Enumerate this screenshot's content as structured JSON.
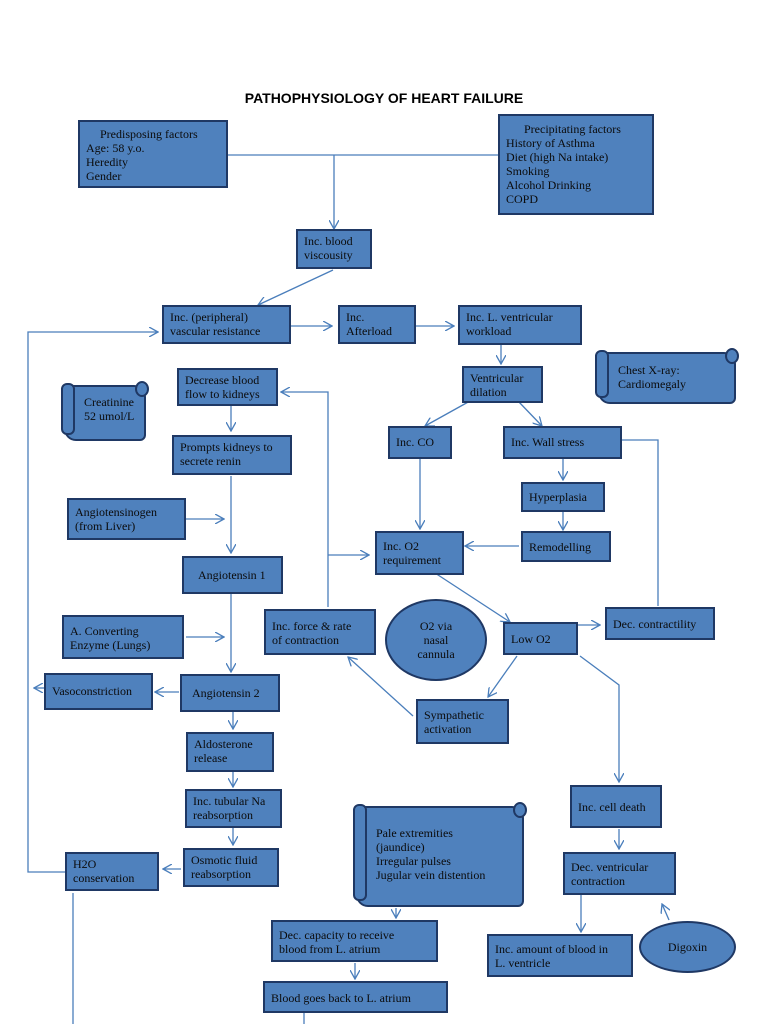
{
  "title": "PATHOPHYSIOLOGY OF HEART FAILURE",
  "nodes": {
    "predisposing": [
      "Predisposing factors",
      "Age: 58 y.o.",
      "Heredity",
      "Gender"
    ],
    "precipitating": [
      "Precipitating factors",
      "History of Asthma",
      "Diet (high Na intake)",
      "Smoking",
      "Alcohol Drinking",
      "COPD"
    ],
    "blood_viscosity": [
      "Inc. blood",
      "viscousity"
    ],
    "vascular_resistance": [
      "Inc. (peripheral)",
      "vascular resistance"
    ],
    "afterload": [
      "Inc.",
      "Afterload"
    ],
    "lv_workload": [
      "Inc. L. ventricular",
      "workload"
    ],
    "chest_xray": [
      "Chest X-ray:",
      "Cardiomegaly"
    ],
    "creatinine": [
      "Creatinine",
      "52 umol/L"
    ],
    "decrease_blood_flow": [
      "Decrease blood",
      "flow to kidneys"
    ],
    "ventricular_dilation": [
      "Ventricular",
      "dilation"
    ],
    "inc_co": [
      "Inc. CO"
    ],
    "wall_stress": [
      "Inc. Wall stress"
    ],
    "prompts_kidneys": [
      "Prompts kidneys to",
      "secrete renin"
    ],
    "hyperplasia": [
      "Hyperplasia"
    ],
    "angiotensinogen": [
      "Angiotensinogen",
      "(from Liver)"
    ],
    "o2_requirement": [
      "Inc. O2",
      "requirement"
    ],
    "remodelling": [
      "Remodelling"
    ],
    "angiotensin1": [
      "Angiotensin 1"
    ],
    "force_rate": [
      "Inc. force & rate",
      "of contraction"
    ],
    "o2_cannula": [
      "O2 via",
      "nasal",
      "cannula"
    ],
    "low_o2": [
      "Low O2"
    ],
    "dec_contractility": [
      "Dec. contractility"
    ],
    "ace": [
      "A. Converting",
      "Enzyme (Lungs)"
    ],
    "vasoconstriction": [
      "Vasoconstriction"
    ],
    "angiotensin2": [
      "Angiotensin 2"
    ],
    "sympathetic": [
      "Sympathetic",
      "activation"
    ],
    "aldosterone": [
      "Aldosterone",
      "release"
    ],
    "tubular_na": [
      "Inc. tubular Na",
      "reabsorption"
    ],
    "cell_death": [
      "Inc. cell death"
    ],
    "pale": [
      "Pale extremities",
      "(jaundice)",
      "Irregular pulses",
      "Jugular vein distention"
    ],
    "osmotic": [
      "Osmotic fluid",
      "reabsorption"
    ],
    "h2o": [
      "H2O",
      "conservation"
    ],
    "dec_ventricular_contraction": [
      "Dec. ventricular",
      "contraction"
    ],
    "dec_capacity": [
      "Dec. capacity to receive",
      "blood from L. atrium"
    ],
    "inc_amount_blood": [
      "Inc. amount of blood in",
      "L. ventricle"
    ],
    "digoxin": [
      "Digoxin"
    ],
    "blood_back": [
      "Blood goes back to L. atrium"
    ]
  },
  "colors": {
    "box_fill": "#4f81bd",
    "box_border": "#1f3864",
    "connector": "#4a7ebb"
  }
}
